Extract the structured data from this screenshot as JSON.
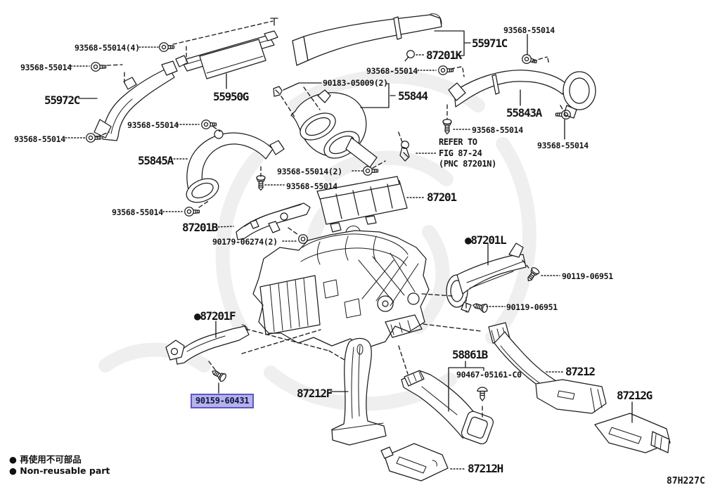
{
  "diagram": {
    "code": "87H227C",
    "colors": {
      "line": "#1c1c1c",
      "background": "#ffffff",
      "highlight_fill": "#b6b3e7",
      "highlight_border": "#5b58c4"
    },
    "icons": [
      "screw-icon",
      "bolt-icon",
      "grommet-icon",
      "clip-icon",
      "push-clip-icon",
      "clamp-icon",
      "bullet-dot"
    ],
    "labels": [
      {
        "text": "93568-55014(4)",
        "type": "fastener"
      },
      {
        "text": "93568-55014",
        "type": "fastener"
      },
      {
        "text": "55972C",
        "type": "part"
      },
      {
        "text": "93568-55014",
        "type": "fastener"
      },
      {
        "text": "55950G",
        "type": "part"
      },
      {
        "text": "93568-55014",
        "type": "fastener"
      },
      {
        "text": "55845A",
        "type": "part"
      },
      {
        "text": "93568-55014(2)",
        "type": "fastener"
      },
      {
        "text": "93568-55014",
        "type": "fastener"
      },
      {
        "text": "93568-55014",
        "type": "fastener"
      },
      {
        "text": "87201B",
        "type": "part"
      },
      {
        "text": "90179-06274(2)",
        "type": "fastener"
      },
      {
        "text": "●87201F",
        "type": "part"
      },
      {
        "text": "90159-60431",
        "type": "fastener",
        "highlighted": true
      },
      {
        "text": "87212F",
        "type": "part"
      },
      {
        "text": "93568-55014",
        "type": "fastener"
      },
      {
        "text": "55971C",
        "type": "part"
      },
      {
        "text": "87201K",
        "type": "part"
      },
      {
        "text": "93568-55014",
        "type": "fastener"
      },
      {
        "text": "90183-05009(2)",
        "type": "fastener"
      },
      {
        "text": "55844",
        "type": "part"
      },
      {
        "text": "55843A",
        "type": "part"
      },
      {
        "text": "93568-55014",
        "type": "fastener"
      },
      {
        "text": "93568-55014",
        "type": "fastener"
      },
      {
        "text": "87201",
        "type": "part"
      },
      {
        "text": "●87201L",
        "type": "part"
      },
      {
        "text": "90119-06951",
        "type": "fastener"
      },
      {
        "text": "90119-06951",
        "type": "fastener"
      },
      {
        "text": "58861B",
        "type": "part"
      },
      {
        "text": "90467-05161-C0",
        "type": "fastener"
      },
      {
        "text": "87212",
        "type": "part"
      },
      {
        "text": "87212G",
        "type": "part"
      },
      {
        "text": "87212H",
        "type": "part"
      }
    ],
    "refer_note": {
      "line1": "REFER TO",
      "line2": "FIG 87-24",
      "line3": "(PNC 87201N)"
    },
    "legend": {
      "jp": "● 再使用不可部品",
      "en": "● Non-reusable part"
    }
  }
}
